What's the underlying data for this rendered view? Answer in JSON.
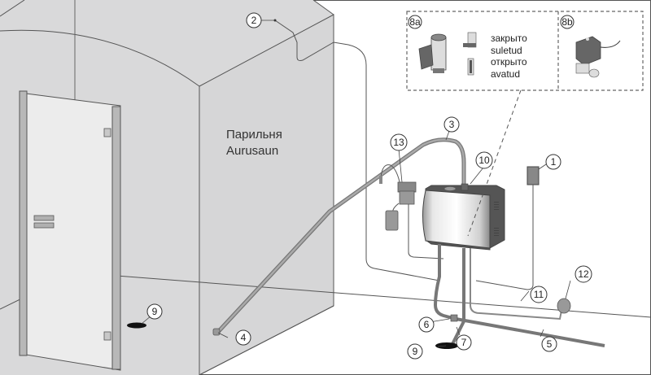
{
  "diagram": {
    "room_label": {
      "line1": "Парильня",
      "line2": "Aurusaun"
    },
    "inset": {
      "panel_a": {
        "label": "8a",
        "closed_ru": "закрыто",
        "closed_et": "suletud",
        "open_ru": "открыто",
        "open_et": "avatud"
      },
      "panel_b": {
        "label": "8b"
      }
    },
    "callouts": [
      {
        "id": "1",
        "component": "control-panel"
      },
      {
        "id": "2",
        "component": "temperature-sensor"
      },
      {
        "id": "3",
        "component": "steam-pipe"
      },
      {
        "id": "4",
        "component": "steam-nozzle"
      },
      {
        "id": "5",
        "component": "water-supply-pipe"
      },
      {
        "id": "6",
        "component": "shutoff-valve"
      },
      {
        "id": "7",
        "component": "drain-pipe"
      },
      {
        "id": "8a",
        "component": "manual-valve"
      },
      {
        "id": "8b",
        "component": "solenoid-valve"
      },
      {
        "id": "9",
        "component": "floor-drain"
      },
      {
        "id": "10",
        "component": "safety-valve"
      },
      {
        "id": "11",
        "component": "power-cable"
      },
      {
        "id": "12",
        "component": "power-outlet"
      },
      {
        "id": "13",
        "component": "aroma-pump"
      }
    ],
    "labels": {
      "c1": "1",
      "c2": "2",
      "c3": "3",
      "c4": "4",
      "c5": "5",
      "c6": "6",
      "c7": "7",
      "c9a": "9",
      "c9b": "9",
      "c10": "10",
      "c11": "11",
      "c12": "12",
      "c13": "13"
    }
  }
}
